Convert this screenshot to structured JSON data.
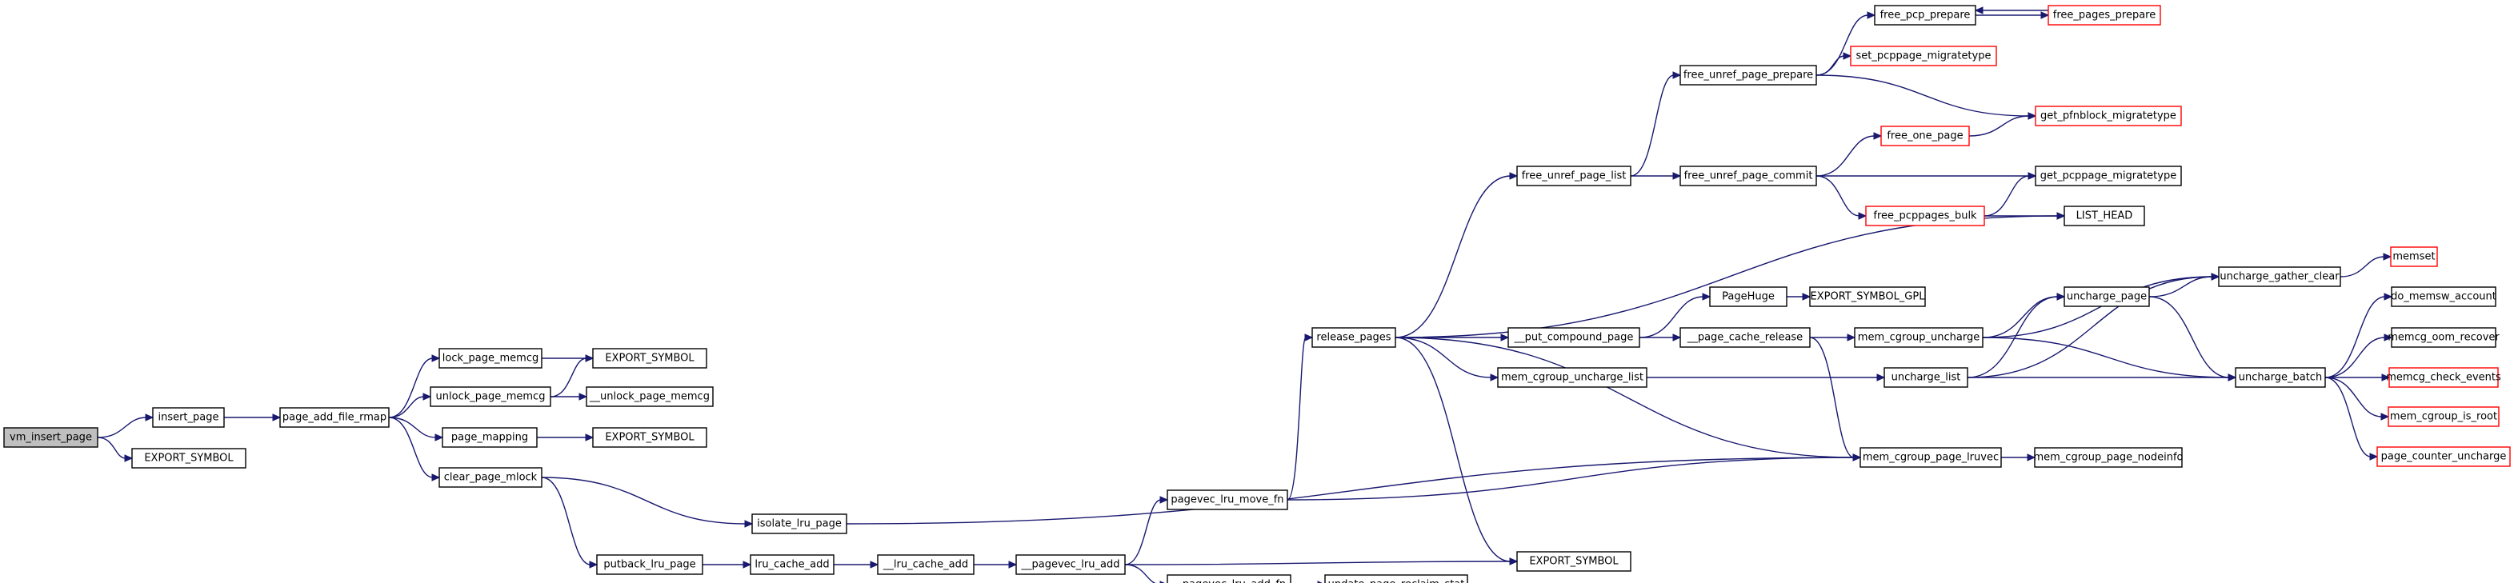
{
  "graph": {
    "title": "",
    "colors": {
      "edge": "#191970",
      "node_border": "#000000",
      "truncated_border": "#ff0000",
      "root_fill": "#bfbfbf"
    },
    "nodes": [
      {
        "id": "vm_insert_page",
        "label": "vm_insert_page",
        "root": true
      },
      {
        "id": "insert_page",
        "label": "insert_page"
      },
      {
        "id": "export_symbol_a",
        "label": "EXPORT_SYMBOL"
      },
      {
        "id": "page_add_file_rmap",
        "label": "page_add_file_rmap"
      },
      {
        "id": "lock_page_memcg",
        "label": "lock_page_memcg"
      },
      {
        "id": "unlock_page_memcg",
        "label": "unlock_page_memcg"
      },
      {
        "id": "page_mapping",
        "label": "page_mapping"
      },
      {
        "id": "clear_page_mlock",
        "label": "clear_page_mlock"
      },
      {
        "id": "export_symbol_b",
        "label": "EXPORT_SYMBOL"
      },
      {
        "id": "__unlock_page_memcg",
        "label": "__unlock_page_memcg"
      },
      {
        "id": "export_symbol_c",
        "label": "EXPORT_SYMBOL"
      },
      {
        "id": "isolate_lru_page",
        "label": "isolate_lru_page"
      },
      {
        "id": "putback_lru_page",
        "label": "putback_lru_page"
      },
      {
        "id": "lru_cache_add",
        "label": "lru_cache_add"
      },
      {
        "id": "__lru_cache_add",
        "label": "__lru_cache_add"
      },
      {
        "id": "__pagevec_lru_add",
        "label": "__pagevec_lru_add"
      },
      {
        "id": "pagevec_lru_move_fn",
        "label": "pagevec_lru_move_fn"
      },
      {
        "id": "__pagevec_lru_add_fn",
        "label": "__pagevec_lru_add_fn"
      },
      {
        "id": "update_page_reclaim_stat",
        "label": "update_page_reclaim_stat"
      },
      {
        "id": "release_pages",
        "label": "release_pages"
      },
      {
        "id": "free_unref_page_list",
        "label": "free_unref_page_list"
      },
      {
        "id": "__put_compound_page",
        "label": "__put_compound_page"
      },
      {
        "id": "mem_cgroup_uncharge_list",
        "label": "mem_cgroup_uncharge_list"
      },
      {
        "id": "export_symbol_d",
        "label": "EXPORT_SYMBOL"
      },
      {
        "id": "free_unref_page_prepare",
        "label": "free_unref_page_prepare"
      },
      {
        "id": "free_unref_page_commit",
        "label": "free_unref_page_commit"
      },
      {
        "id": "PageHuge",
        "label": "PageHuge"
      },
      {
        "id": "__page_cache_release",
        "label": "__page_cache_release"
      },
      {
        "id": "free_pcp_prepare",
        "label": "free_pcp_prepare"
      },
      {
        "id": "free_pages_prepare",
        "label": "free_pages_prepare",
        "truncated": true
      },
      {
        "id": "set_pcppage_migratetype",
        "label": "set_pcppage_migratetype",
        "truncated": true
      },
      {
        "id": "get_pfnblock_migratetype",
        "label": "get_pfnblock_migratetype",
        "truncated": true
      },
      {
        "id": "free_one_page",
        "label": "free_one_page",
        "truncated": true
      },
      {
        "id": "get_pcppage_migratetype",
        "label": "get_pcppage_migratetype"
      },
      {
        "id": "free_pcppages_bulk",
        "label": "free_pcppages_bulk",
        "truncated": true
      },
      {
        "id": "LIST_HEAD",
        "label": "LIST_HEAD"
      },
      {
        "id": "EXPORT_SYMBOL_GPL",
        "label": "EXPORT_SYMBOL_GPL"
      },
      {
        "id": "mem_cgroup_uncharge",
        "label": "mem_cgroup_uncharge"
      },
      {
        "id": "uncharge_page",
        "label": "uncharge_page"
      },
      {
        "id": "uncharge_list",
        "label": "uncharge_list"
      },
      {
        "id": "uncharge_gather_clear",
        "label": "uncharge_gather_clear"
      },
      {
        "id": "uncharge_batch",
        "label": "uncharge_batch"
      },
      {
        "id": "mem_cgroup_page_lruvec",
        "label": "mem_cgroup_page_lruvec"
      },
      {
        "id": "mem_cgroup_page_nodeinfo",
        "label": "mem_cgroup_page_nodeinfo"
      },
      {
        "id": "memset",
        "label": "memset",
        "truncated": true
      },
      {
        "id": "do_memsw_account",
        "label": "do_memsw_account"
      },
      {
        "id": "memcg_oom_recover",
        "label": "memcg_oom_recover"
      },
      {
        "id": "memcg_check_events",
        "label": "memcg_check_events",
        "truncated": true
      },
      {
        "id": "mem_cgroup_is_root",
        "label": "mem_cgroup_is_root",
        "truncated": true
      },
      {
        "id": "page_counter_uncharge",
        "label": "page_counter_uncharge",
        "truncated": true
      }
    ],
    "edges": [
      [
        "vm_insert_page",
        "insert_page"
      ],
      [
        "vm_insert_page",
        "export_symbol_a"
      ],
      [
        "insert_page",
        "page_add_file_rmap"
      ],
      [
        "page_add_file_rmap",
        "lock_page_memcg"
      ],
      [
        "page_add_file_rmap",
        "unlock_page_memcg"
      ],
      [
        "page_add_file_rmap",
        "page_mapping"
      ],
      [
        "page_add_file_rmap",
        "clear_page_mlock"
      ],
      [
        "lock_page_memcg",
        "export_symbol_b"
      ],
      [
        "unlock_page_memcg",
        "export_symbol_b"
      ],
      [
        "unlock_page_memcg",
        "__unlock_page_memcg"
      ],
      [
        "page_mapping",
        "export_symbol_c"
      ],
      [
        "clear_page_mlock",
        "isolate_lru_page"
      ],
      [
        "clear_page_mlock",
        "putback_lru_page"
      ],
      [
        "isolate_lru_page",
        "mem_cgroup_page_lruvec"
      ],
      [
        "putback_lru_page",
        "lru_cache_add"
      ],
      [
        "lru_cache_add",
        "__lru_cache_add"
      ],
      [
        "__lru_cache_add",
        "__pagevec_lru_add"
      ],
      [
        "__pagevec_lru_add",
        "pagevec_lru_move_fn"
      ],
      [
        "__pagevec_lru_add",
        "__pagevec_lru_add_fn"
      ],
      [
        "__pagevec_lru_add",
        "export_symbol_d"
      ],
      [
        "pagevec_lru_move_fn",
        "release_pages"
      ],
      [
        "pagevec_lru_move_fn",
        "mem_cgroup_page_lruvec"
      ],
      [
        "__pagevec_lru_add_fn",
        "update_page_reclaim_stat"
      ],
      [
        "release_pages",
        "free_unref_page_list"
      ],
      [
        "release_pages",
        "LIST_HEAD"
      ],
      [
        "release_pages",
        "__put_compound_page"
      ],
      [
        "release_pages",
        "mem_cgroup_uncharge_list"
      ],
      [
        "release_pages",
        "mem_cgroup_page_lruvec"
      ],
      [
        "release_pages",
        "export_symbol_d"
      ],
      [
        "free_unref_page_list",
        "free_unref_page_prepare"
      ],
      [
        "free_unref_page_list",
        "free_unref_page_commit"
      ],
      [
        "free_unref_page_prepare",
        "free_pcp_prepare"
      ],
      [
        "free_unref_page_prepare",
        "set_pcppage_migratetype"
      ],
      [
        "free_unref_page_prepare",
        "get_pfnblock_migratetype"
      ],
      [
        "free_pcp_prepare",
        "free_pages_prepare"
      ],
      [
        "free_pages_prepare",
        "free_pcp_prepare"
      ],
      [
        "free_unref_page_commit",
        "free_one_page"
      ],
      [
        "free_unref_page_commit",
        "get_pcppage_migratetype"
      ],
      [
        "free_unref_page_commit",
        "free_pcppages_bulk"
      ],
      [
        "free_one_page",
        "get_pfnblock_migratetype"
      ],
      [
        "free_pcppages_bulk",
        "get_pcppage_migratetype"
      ],
      [
        "free_pcppages_bulk",
        "LIST_HEAD"
      ],
      [
        "__put_compound_page",
        "PageHuge"
      ],
      [
        "__put_compound_page",
        "__page_cache_release"
      ],
      [
        "PageHuge",
        "EXPORT_SYMBOL_GPL"
      ],
      [
        "__page_cache_release",
        "mem_cgroup_uncharge"
      ],
      [
        "__page_cache_release",
        "mem_cgroup_page_lruvec"
      ],
      [
        "mem_cgroup_uncharge_list",
        "uncharge_list"
      ],
      [
        "mem_cgroup_uncharge",
        "uncharge_page"
      ],
      [
        "mem_cgroup_uncharge",
        "uncharge_gather_clear"
      ],
      [
        "mem_cgroup_uncharge",
        "uncharge_batch"
      ],
      [
        "uncharge_list",
        "uncharge_page"
      ],
      [
        "uncharge_list",
        "uncharge_gather_clear"
      ],
      [
        "uncharge_list",
        "uncharge_batch"
      ],
      [
        "uncharge_page",
        "uncharge_gather_clear"
      ],
      [
        "uncharge_page",
        "uncharge_batch"
      ],
      [
        "uncharge_gather_clear",
        "memset"
      ],
      [
        "uncharge_batch",
        "do_memsw_account"
      ],
      [
        "uncharge_batch",
        "memcg_oom_recover"
      ],
      [
        "uncharge_batch",
        "memcg_check_events"
      ],
      [
        "uncharge_batch",
        "mem_cgroup_is_root"
      ],
      [
        "uncharge_batch",
        "page_counter_uncharge"
      ],
      [
        "mem_cgroup_page_lruvec",
        "mem_cgroup_page_nodeinfo"
      ]
    ]
  }
}
